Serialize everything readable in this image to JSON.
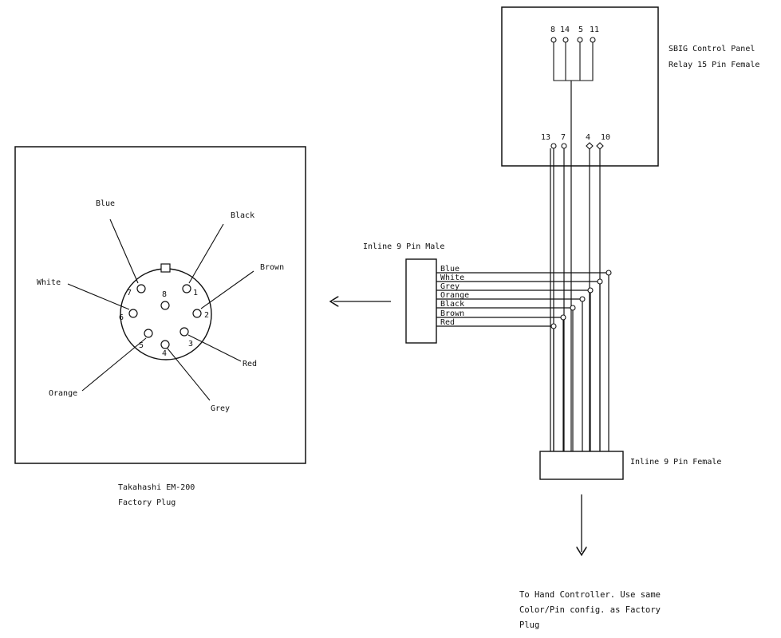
{
  "plug": {
    "caption_line1": "Takahashi EM-200",
    "caption_line2": "Factory Plug",
    "pins": [
      {
        "num": "1",
        "color": "Black"
      },
      {
        "num": "2",
        "color": "Brown"
      },
      {
        "num": "3",
        "color": "Red"
      },
      {
        "num": "4",
        "color": "Grey"
      },
      {
        "num": "5",
        "color": "Orange"
      },
      {
        "num": "6",
        "color": "White"
      },
      {
        "num": "7",
        "color": "Blue"
      },
      {
        "num": "8",
        "color": ""
      }
    ]
  },
  "control_panel": {
    "title_line1": "SBIG Control Panel",
    "title_line2": "Relay 15 Pin Female",
    "top_pins": [
      "8",
      "14",
      "5",
      "11"
    ],
    "bottom_pins": [
      "13",
      "7",
      "4",
      "10"
    ]
  },
  "inline_male": {
    "title": "Inline 9 Pin Male",
    "wires": [
      "Blue",
      "White",
      "Grey",
      "Orange",
      "Black",
      "Brown",
      "Red"
    ]
  },
  "inline_female": {
    "title": "Inline 9 Pin Female"
  },
  "note": {
    "line1": "To Hand Controller. Use same",
    "line2": "Color/Pin config. as Factory",
    "line3": "Plug"
  }
}
